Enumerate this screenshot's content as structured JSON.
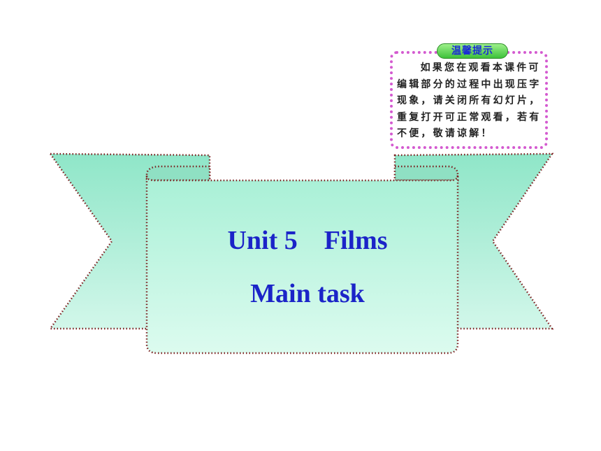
{
  "notice": {
    "tab_label": "温馨提示",
    "body": "如果您在观看本课件可编辑部分的过程中出现压字现象，请关闭所有幻灯片，重复打开可正常观看，若有不便，敬请谅解！"
  },
  "banner": {
    "title_line_1": "Unit 5    Films",
    "title_line_2": "Main task"
  },
  "colors": {
    "title": "#1b24c8",
    "banner_fill_top": "#a8f0d6",
    "banner_fill_bottom": "#d9fbef",
    "banner_border": "#7a1f1f",
    "notice_border": "#d45ad0",
    "notice_tab": "#3ec13a"
  }
}
